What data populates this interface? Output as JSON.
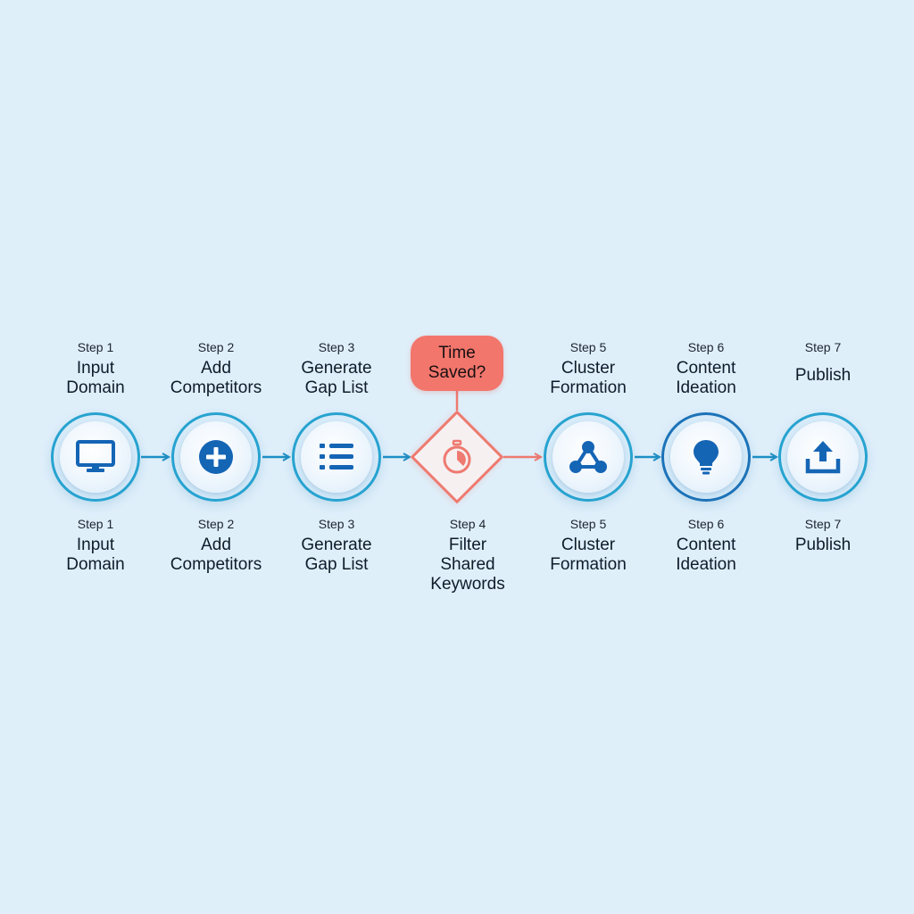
{
  "top_labels": [
    {
      "step": "Step 1",
      "title": "Input\nDomain"
    },
    {
      "step": "Step 2",
      "title": "Add\nCompetitors"
    },
    {
      "step": "Step 3",
      "title": "Generate\nGap List"
    },
    {
      "step": "Step 5",
      "title": "Cluster\nFormation"
    },
    {
      "step": "Step 6",
      "title": "Content\nIdeation"
    },
    {
      "step": "Step 7",
      "title": "Publish"
    }
  ],
  "callout": {
    "text": "Time\nSaved?"
  },
  "bottom_labels": [
    {
      "step": "Step 1",
      "title": "Input\nDomain"
    },
    {
      "step": "Step 2",
      "title": "Add\nCompetitors"
    },
    {
      "step": "Step 3",
      "title": "Generate\nGap List"
    },
    {
      "step": "Step 4",
      "title": "Filter\nShared\nKeywords"
    },
    {
      "step": "Step 5",
      "title": "Cluster\nFormation"
    },
    {
      "step": "Step 6",
      "title": "Content\nIdeation"
    },
    {
      "step": "Step 7",
      "title": "Publish"
    }
  ],
  "nodes": [
    {
      "icon": "monitor-icon"
    },
    {
      "icon": "plus-circle-icon"
    },
    {
      "icon": "list-icon"
    },
    {
      "icon": "stopwatch-icon"
    },
    {
      "icon": "network-icon"
    },
    {
      "icon": "lightbulb-icon"
    },
    {
      "icon": "upload-icon"
    }
  ],
  "colors": {
    "background": "#dfeffa",
    "node_border": "#27a3d0",
    "icon_blue": "#1565b5",
    "arrow_blue": "#1f8fc4",
    "accent_red": "#ee7a70",
    "callout_fill": "#f2766c"
  }
}
